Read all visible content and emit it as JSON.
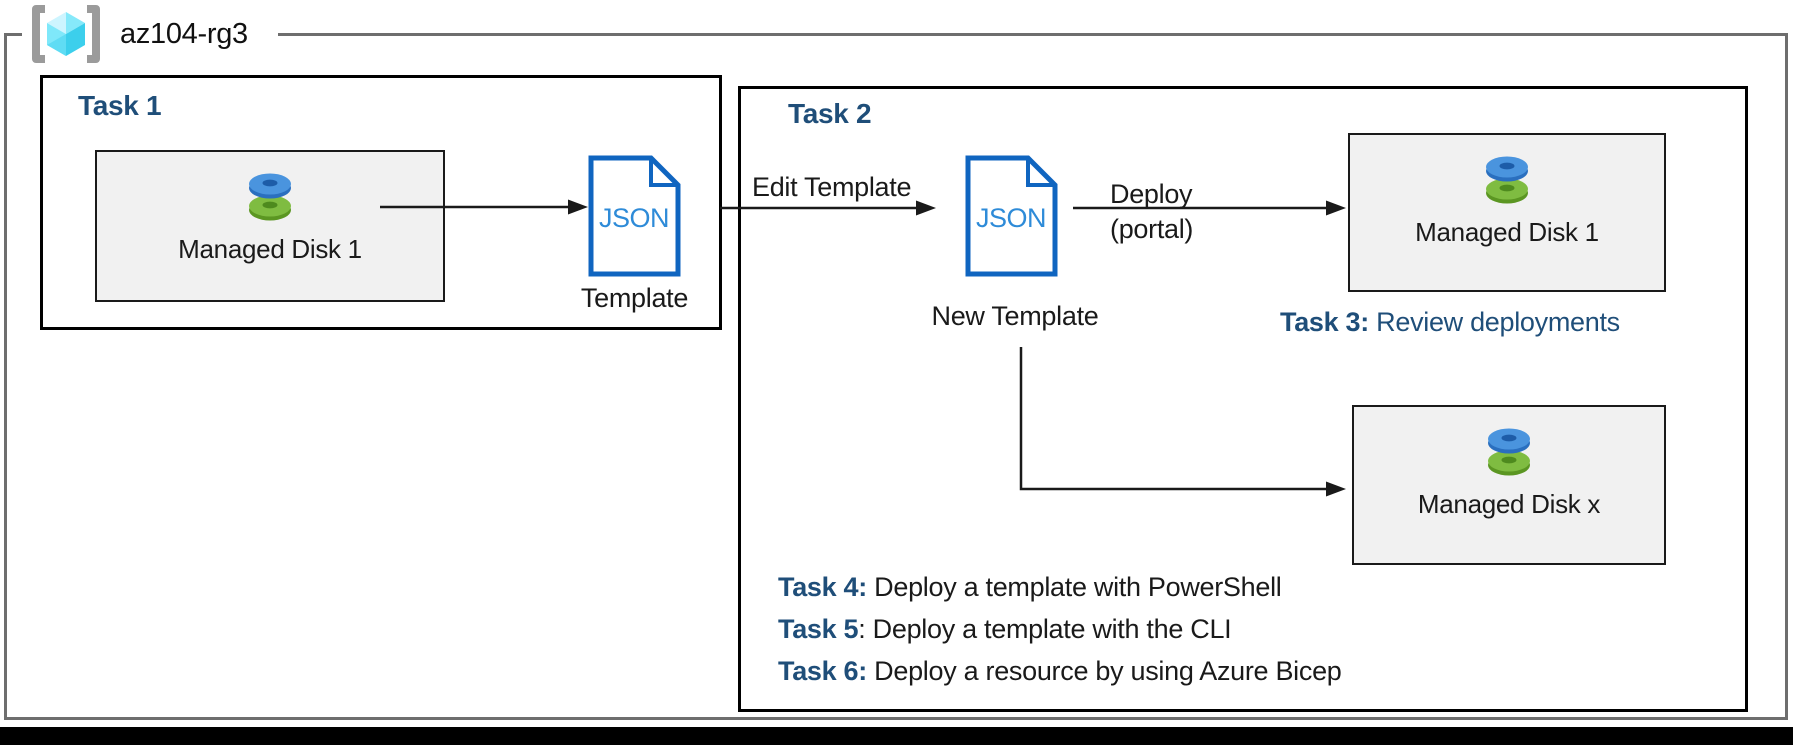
{
  "resource_group": {
    "label": "az104-rg3"
  },
  "colors": {
    "task_title_blue": "#1F4E79",
    "json_icon_outline": "#1065C0",
    "json_icon_text": "#2E8BD8",
    "disk_blue": "#4A94DE",
    "disk_green": "#7FBC41",
    "resource_box_fill": "#F1F1F1",
    "rg_border_gray": "#6E6E6E",
    "rg_cube_cyan": "#50E6FF"
  },
  "task1": {
    "title": "Task 1",
    "disk_box": {
      "label": "Managed Disk 1"
    },
    "json_icon_text": "JSON",
    "template_label": "Template"
  },
  "task2": {
    "title": "Task 2",
    "edit_template_label": "Edit Template",
    "json_icon_text": "JSON",
    "new_template_label": "New Template",
    "deploy_label_line1": "Deploy",
    "deploy_label_line2": "(portal)",
    "disk_box_top": {
      "label": "Managed Disk 1"
    },
    "disk_box_bottom": {
      "label": "Managed Disk x"
    },
    "task3": {
      "prefix": "Task 3:",
      "text": " Review deployments"
    },
    "task4": {
      "prefix": "Task 4:",
      "text": " Deploy a template with PowerShell"
    },
    "task5": {
      "prefix": "Task 5",
      "text": ": Deploy a template with the CLI"
    },
    "task6": {
      "prefix": "Task 6:",
      "text": " Deploy a resource by using Azure Bicep"
    }
  }
}
